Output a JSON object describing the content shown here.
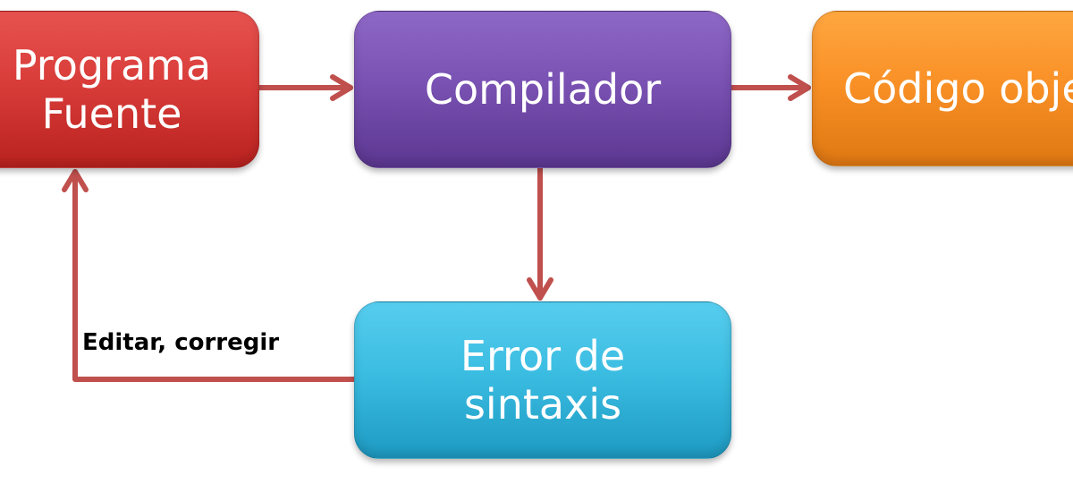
{
  "diagram": {
    "nodes": [
      {
        "id": "source",
        "label": "Programa\nFuente",
        "color": "#d93d3a"
      },
      {
        "id": "compiler",
        "label": "Compilador",
        "color": "#7a52b3"
      },
      {
        "id": "object",
        "label": "Código objeto",
        "color": "#f99127"
      },
      {
        "id": "syntax_error",
        "label": "Error de\nsintaxis",
        "color": "#3bbde2"
      }
    ],
    "edges": [
      {
        "from": "source",
        "to": "compiler",
        "label": ""
      },
      {
        "from": "compiler",
        "to": "object",
        "label": ""
      },
      {
        "from": "compiler",
        "to": "syntax_error",
        "label": ""
      },
      {
        "from": "syntax_error",
        "to": "source",
        "label": "Editar, corregir"
      }
    ],
    "edge_color": "#c0504d"
  }
}
